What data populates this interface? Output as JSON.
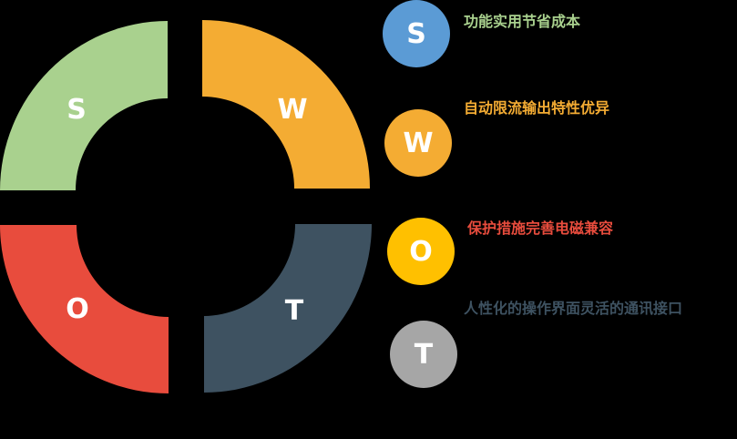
{
  "diagram": {
    "type": "swot-ring",
    "quadrants": [
      {
        "id": "s",
        "letter": "S",
        "color": "#A9D18E"
      },
      {
        "id": "w",
        "letter": "W",
        "color": "#F4AC33"
      },
      {
        "id": "o",
        "letter": "O",
        "color": "#E84C3D"
      },
      {
        "id": "t",
        "letter": "T",
        "color": "#3E5261"
      }
    ]
  },
  "legend": [
    {
      "letter": "S",
      "badge_color": "#5B9BD5",
      "text": "功能实用节省成本",
      "text_color": "#A9D18E"
    },
    {
      "letter": "W",
      "badge_color": "#F4AC33",
      "text": "自动限流输出特性优异",
      "text_color": "#F4AC33"
    },
    {
      "letter": "O",
      "badge_color": "#FFC000",
      "text": "保护措施完善电磁兼容",
      "text_color": "#E84C3D"
    },
    {
      "letter": "T",
      "badge_color": "#A6A6A6",
      "text": "人性化的操作界面灵活的通讯接口",
      "text_color": "#3E5261"
    }
  ]
}
